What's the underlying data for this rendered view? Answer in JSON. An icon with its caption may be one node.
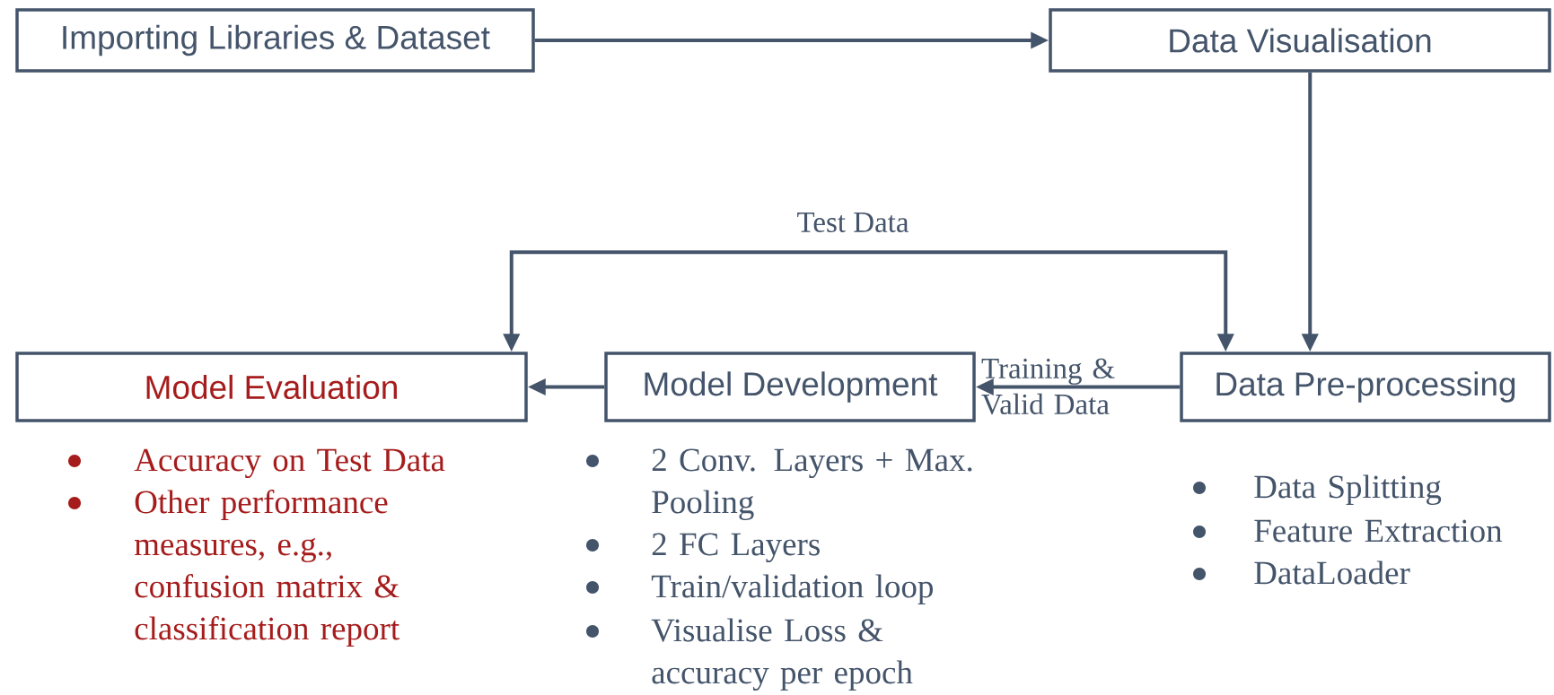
{
  "diagram": {
    "nodes": [
      {
        "text": [
          "Importing Libraries & Dataset"
        ]
      },
      {
        "text": [
          "Data Visualisation"
        ]
      },
      {
        "text": [
          "Model Evaluation"
        ],
        "beside": [
          "Accuracy on Test Data",
          "Other performance measures, e.g., confusion matrix & classification report"
        ]
      },
      {
        "text": [
          "Model Development"
        ],
        "beside": [
          "2 Conv. Layers + Max. Pooling",
          "2 FC Layers",
          "Train/validation loop",
          "Visualise Loss & accuracy per epoch"
        ]
      },
      {
        "text": [
          "Data Pre-processing"
        ],
        "beside": [
          "Data Splitting",
          "Feature Extraction",
          "DataLoader"
        ]
      }
    ],
    "edges": [
      {
        "from": 0,
        "to": 1,
        "arrow": "to"
      },
      {
        "from": 1,
        "to": 4,
        "arrow": "to"
      },
      {
        "from": 4,
        "to": 3,
        "arrow": "to",
        "label": "Training & Valid Data"
      },
      {
        "from": 3,
        "to": 2,
        "arrow": "to"
      },
      {
        "from": 4,
        "to": 2,
        "arrow": "both",
        "label": "Test Data"
      }
    ]
  }
}
